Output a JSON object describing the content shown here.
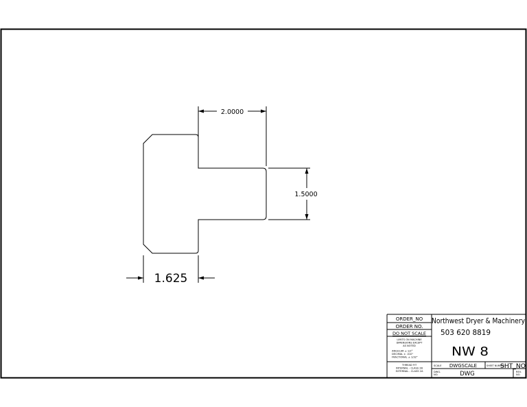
{
  "part": {
    "dim_top_width": "2.0000",
    "dim_stem_height": "1.5000",
    "dim_head_width": "1.625"
  },
  "title_block": {
    "order_no_value": "ORDER_NO",
    "order_no_label": "ORDER NO.",
    "do_not_scale": "DO NOT SCALE",
    "limits_line1": "LIMITS ON MACHINE",
    "limits_line2": "DIMENSIONS EXCEPT",
    "limits_line3": "AS NOTED",
    "angular": "ANGULAR  ± 1/2°",
    "decimal": "DECIMAL   ± .010\"",
    "fractional": "FRACTIONAL ± 1/32\"",
    "thread_label": "THREAD FIT",
    "thread_internal": "INTERNAL - CLASS 2B",
    "thread_external": "EXTERNAL - CLASS 2A",
    "company": "Northwest Dryer & Machinery",
    "phone": "503 620 8819",
    "drawing_title": "NW 8",
    "scale_label": "SCALE",
    "scale_value": "DWGSCALE",
    "sheet_label": "SHEET NUMBER",
    "sheet_value": "SHT_NO",
    "dwg_label1": "DWG.",
    "dwg_label2": "NO.",
    "dwg_value": "DWG",
    "rev_label1": "REV.",
    "rev_label2": "NO."
  }
}
